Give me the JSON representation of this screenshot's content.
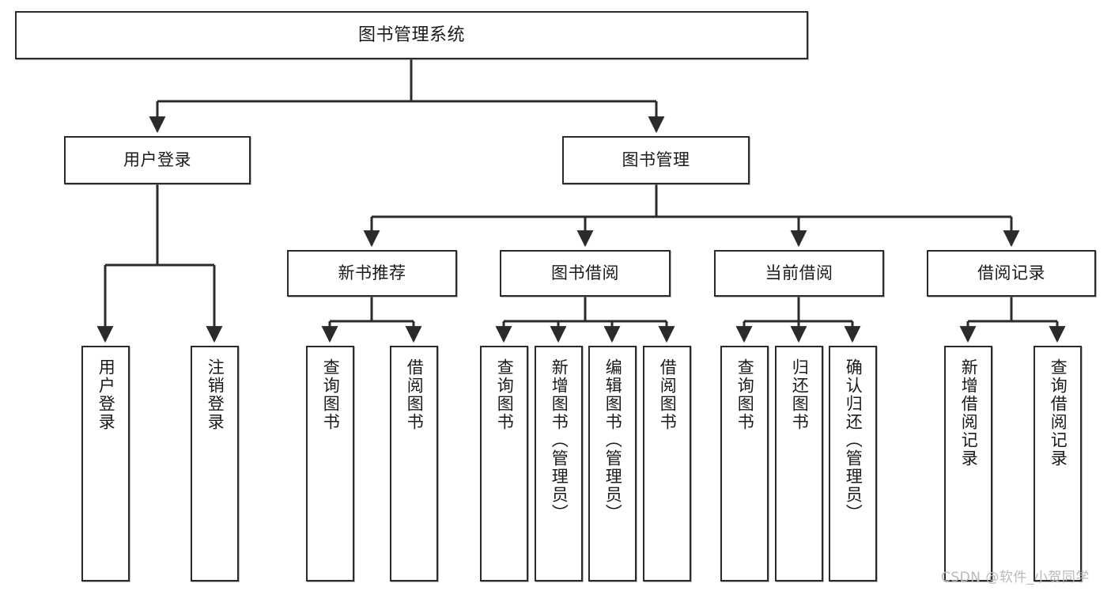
{
  "diagram": {
    "type": "tree",
    "title": "图书管理系统",
    "watermark": "CSDN @软件_小贺同学",
    "colors": {
      "node_border": "#2b2b2b",
      "node_fill": "#ffffff",
      "edge": "#2b2b2b",
      "text": "#1a1a1a",
      "watermark": "#b9b9b9"
    },
    "nodes": {
      "root": {
        "label": "图书管理系统",
        "level": 1,
        "orientation": "horizontal"
      },
      "user_login": {
        "label": "用户登录",
        "level": 2,
        "orientation": "horizontal"
      },
      "book_manage": {
        "label": "图书管理",
        "level": 2,
        "orientation": "horizontal"
      },
      "new_book_rec": {
        "label": "新书推荐",
        "level": 3,
        "orientation": "horizontal"
      },
      "book_borrow": {
        "label": "图书借阅",
        "level": 3,
        "orientation": "horizontal"
      },
      "current_borrow": {
        "label": "当前借阅",
        "level": 3,
        "orientation": "horizontal"
      },
      "borrow_record": {
        "label": "借阅记录",
        "level": 3,
        "orientation": "horizontal"
      },
      "leaf_user_login": {
        "label": "用户登录",
        "level": 4,
        "orientation": "vertical"
      },
      "leaf_logout": {
        "label": "注销登录",
        "level": 4,
        "orientation": "vertical"
      },
      "leaf_query_book_1": {
        "label": "查询图书",
        "level": 4,
        "orientation": "vertical"
      },
      "leaf_borrow_book_1": {
        "label": "借阅图书",
        "level": 4,
        "orientation": "vertical"
      },
      "leaf_query_book_2": {
        "label": "查询图书",
        "level": 4,
        "orientation": "vertical"
      },
      "leaf_add_book": {
        "label": "新增图书（管理员）",
        "level": 4,
        "orientation": "vertical"
      },
      "leaf_edit_book": {
        "label": "编辑图书（管理员）",
        "level": 4,
        "orientation": "vertical"
      },
      "leaf_borrow_book_2": {
        "label": "借阅图书",
        "level": 4,
        "orientation": "vertical"
      },
      "leaf_query_book_3": {
        "label": "查询图书",
        "level": 4,
        "orientation": "vertical"
      },
      "leaf_return_book": {
        "label": "归还图书",
        "level": 4,
        "orientation": "vertical"
      },
      "leaf_confirm_return": {
        "label": "确认归还（管理员）",
        "level": 4,
        "orientation": "vertical"
      },
      "leaf_add_record": {
        "label": "新增借阅记录",
        "level": 4,
        "orientation": "vertical"
      },
      "leaf_query_record": {
        "label": "查询借阅记录",
        "level": 4,
        "orientation": "vertical"
      }
    },
    "edges": [
      {
        "from": "root",
        "to": "user_login"
      },
      {
        "from": "root",
        "to": "book_manage"
      },
      {
        "from": "user_login",
        "to": "leaf_user_login"
      },
      {
        "from": "user_login",
        "to": "leaf_logout"
      },
      {
        "from": "book_manage",
        "to": "new_book_rec"
      },
      {
        "from": "book_manage",
        "to": "book_borrow"
      },
      {
        "from": "book_manage",
        "to": "current_borrow"
      },
      {
        "from": "book_manage",
        "to": "borrow_record"
      },
      {
        "from": "new_book_rec",
        "to": "leaf_query_book_1"
      },
      {
        "from": "new_book_rec",
        "to": "leaf_borrow_book_1"
      },
      {
        "from": "book_borrow",
        "to": "leaf_query_book_2"
      },
      {
        "from": "book_borrow",
        "to": "leaf_add_book"
      },
      {
        "from": "book_borrow",
        "to": "leaf_edit_book"
      },
      {
        "from": "book_borrow",
        "to": "leaf_borrow_book_2"
      },
      {
        "from": "current_borrow",
        "to": "leaf_query_book_3"
      },
      {
        "from": "current_borrow",
        "to": "leaf_return_book"
      },
      {
        "from": "current_borrow",
        "to": "leaf_confirm_return"
      },
      {
        "from": "borrow_record",
        "to": "leaf_add_record"
      },
      {
        "from": "borrow_record",
        "to": "leaf_query_record"
      }
    ]
  }
}
